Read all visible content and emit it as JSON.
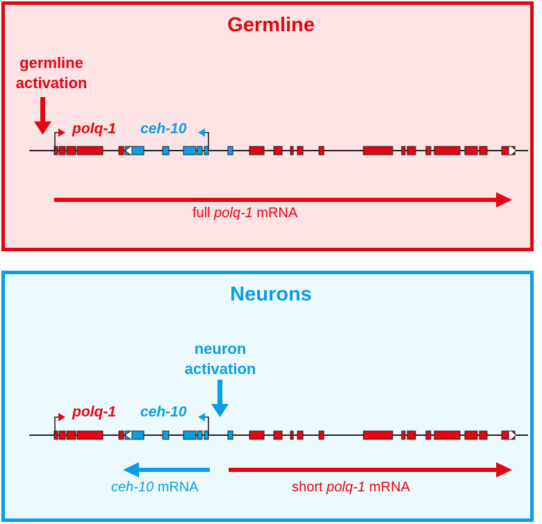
{
  "colors": {
    "polq1": "#e30613",
    "ceh10": "#0a9ee2",
    "germline_bg": "#fde4e4",
    "neurons_bg": "#edfafd",
    "intron": "#231f20"
  },
  "germline": {
    "title": "Germline",
    "activation_label_line1": "germline",
    "activation_label_line2": "activation",
    "gene_polq1": "polq-1",
    "gene_ceh10": "ceh-10",
    "mrna_prefix": "full ",
    "mrna_gene": "polq-1",
    "mrna_suffix": " mRNA"
  },
  "neurons": {
    "title": "Neurons",
    "activation_label_line1": "neuron",
    "activation_label_line2": "activation",
    "gene_polq1": "polq-1",
    "gene_ceh10": "ceh-10",
    "ceh10_mrna_gene": "ceh-10",
    "ceh10_mrna_suffix": " mRNA",
    "polq1_mrna_prefix": "short ",
    "polq1_mrna_gene": "polq-1",
    "polq1_mrna_suffix": " mRNA"
  },
  "gene_model": {
    "exons": [
      {
        "gene": "polq-1",
        "kind": "coding"
      },
      {
        "gene": "polq-1",
        "kind": "coding"
      },
      {
        "gene": "polq-1",
        "kind": "coding"
      },
      {
        "gene": "polq-1",
        "kind": "coding"
      },
      {
        "gene": "polq-1",
        "kind": "coding"
      },
      {
        "gene": "ceh-10",
        "kind": "utr-3prime"
      },
      {
        "gene": "ceh-10",
        "kind": "coding"
      },
      {
        "gene": "ceh-10",
        "kind": "coding"
      },
      {
        "gene": "ceh-10",
        "kind": "coding"
      },
      {
        "gene": "ceh-10",
        "kind": "coding"
      },
      {
        "gene": "ceh-10",
        "kind": "coding"
      },
      {
        "gene": "polq-1",
        "kind": "coding"
      },
      {
        "gene": "polq-1",
        "kind": "coding"
      },
      {
        "gene": "polq-1",
        "kind": "coding"
      },
      {
        "gene": "polq-1",
        "kind": "coding"
      },
      {
        "gene": "polq-1",
        "kind": "coding"
      },
      {
        "gene": "polq-1",
        "kind": "coding"
      },
      {
        "gene": "polq-1",
        "kind": "coding"
      },
      {
        "gene": "polq-1",
        "kind": "coding"
      },
      {
        "gene": "polq-1",
        "kind": "coding"
      },
      {
        "gene": "polq-1",
        "kind": "coding"
      },
      {
        "gene": "polq-1",
        "kind": "coding"
      },
      {
        "gene": "polq-1",
        "kind": "coding"
      },
      {
        "gene": "polq-1",
        "kind": "coding"
      },
      {
        "gene": "polq-1",
        "kind": "coding"
      },
      {
        "gene": "polq-1",
        "kind": "utr-3prime"
      }
    ]
  }
}
